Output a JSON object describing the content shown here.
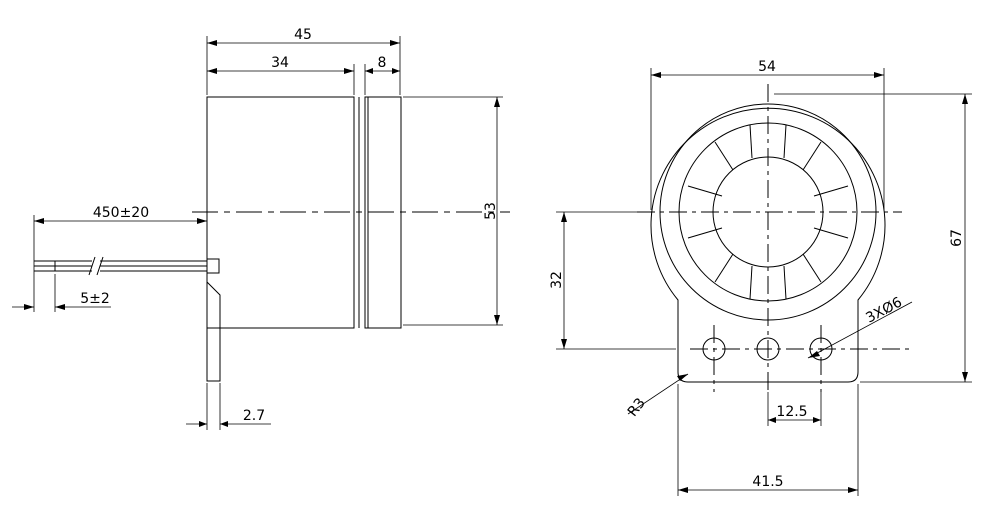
{
  "side_view": {
    "dim_total_length": "45",
    "dim_body_length": "34",
    "dim_front_length": "8",
    "dim_diameter": "53",
    "dim_lead_length": "450±20",
    "dim_lead_strip": "5±2",
    "dim_bracket_thickness": "2.7"
  },
  "front_view": {
    "dim_outer_diameter": "54",
    "dim_height": "67",
    "dim_center_height": "32",
    "dim_holes": "3XØ6",
    "dim_hole_pitch": "12.5",
    "dim_bracket_width": "41.5",
    "dim_corner_radius": "R3"
  }
}
